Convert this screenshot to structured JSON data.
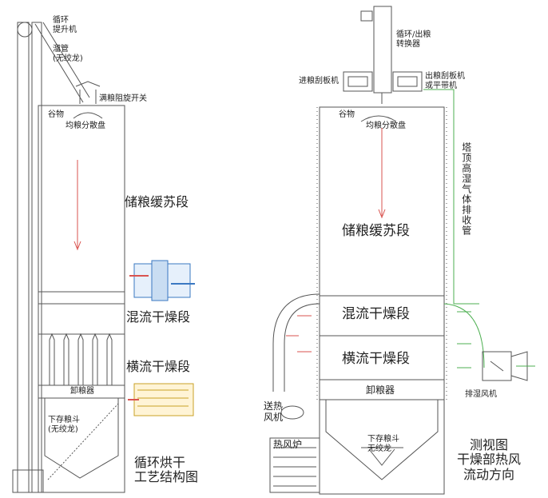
{
  "left": {
    "elevator": "循环\n提升机",
    "chute": "溜管\n(无绞龙)",
    "full_switch": "满粮阻旋开关",
    "grain": "谷物",
    "spreader": "均粮分散盘",
    "storage": "储粮缓苏段",
    "mixed": "混流干燥段",
    "cross": "横流干燥段",
    "unloader": "卸粮器",
    "hopper": "下存粮斗\n(无绞龙)",
    "caption": "循环烘干\n工艺结构图"
  },
  "right": {
    "converter": "循环/出粮\n转换器",
    "in_scraper": "进粮刮板机",
    "out_scraper": "出粮刮板机\n或平带机",
    "grain": "谷物",
    "spreader": "均粮分散盘",
    "exhaust_pipe": "塔顶高湿气体排收管",
    "storage": "储粮缓苏段",
    "mixed": "混流干燥段",
    "cross": "横流干燥段",
    "unloader": "卸粮器",
    "blower": "送热\n风机",
    "furnace": "热风炉",
    "hopper": "下存粮斗\n无绞龙",
    "exhaust_fan": "排湿风机",
    "caption": "测视图\n干燥部热风\n流动方向"
  },
  "colors": {
    "line": "#555555",
    "arrow_red": "#d9534f",
    "arrow_green": "#4caf50"
  }
}
